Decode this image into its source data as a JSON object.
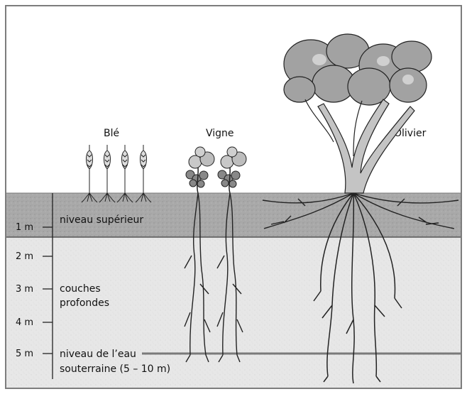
{
  "plants": {
    "wheat": "Blé",
    "vine": "Vigne",
    "olive": "Olivier"
  },
  "layers": {
    "upper": "niveau supérieur",
    "deep_line1": "couches",
    "deep_line2": "profondes",
    "water_line1": "niveau de l’eau",
    "water_line2": "souterraine (5 – 10 m)"
  },
  "depth_ticks": [
    "1 m",
    "2 m",
    "3 m",
    "4 m",
    "5 m"
  ],
  "colors": {
    "upper_soil": "#a8a8a8",
    "deep_soil": "#e6e6e6",
    "root": "#2a2a2a",
    "trunk": "#bdbdbd",
    "foliage": "#9a9a9a",
    "water_line": "#7a7a7a"
  }
}
